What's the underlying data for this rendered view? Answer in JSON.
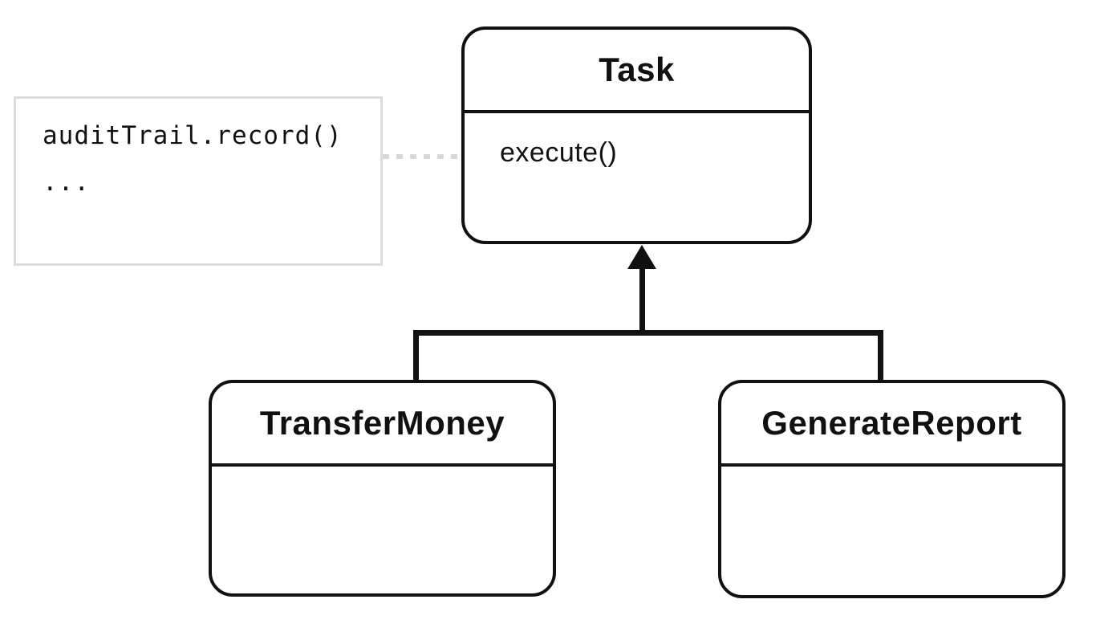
{
  "diagram": {
    "type": "uml-class-diagram",
    "classes": [
      {
        "id": "task",
        "name": "Task",
        "methods": [
          "execute()"
        ]
      },
      {
        "id": "transfer-money",
        "name": "TransferMoney",
        "methods": []
      },
      {
        "id": "generate-report",
        "name": "GenerateReport",
        "methods": []
      }
    ],
    "note": {
      "lines": [
        "auditTrail.record()",
        "..."
      ],
      "attached_to": "Task.execute()"
    },
    "relations": [
      {
        "type": "inheritance",
        "from": "TransferMoney",
        "to": "Task",
        "arrowhead": "filled-triangle"
      },
      {
        "type": "inheritance",
        "from": "GenerateReport",
        "to": "Task",
        "arrowhead": "filled-triangle"
      },
      {
        "type": "note-link",
        "from": "note",
        "to": "Task",
        "style": "dotted"
      }
    ],
    "colors": {
      "stroke": "#111111",
      "text": "#111111",
      "background": "#ffffff",
      "note_border": "#dcdcdc",
      "note_link": "#d8d8d8"
    }
  }
}
